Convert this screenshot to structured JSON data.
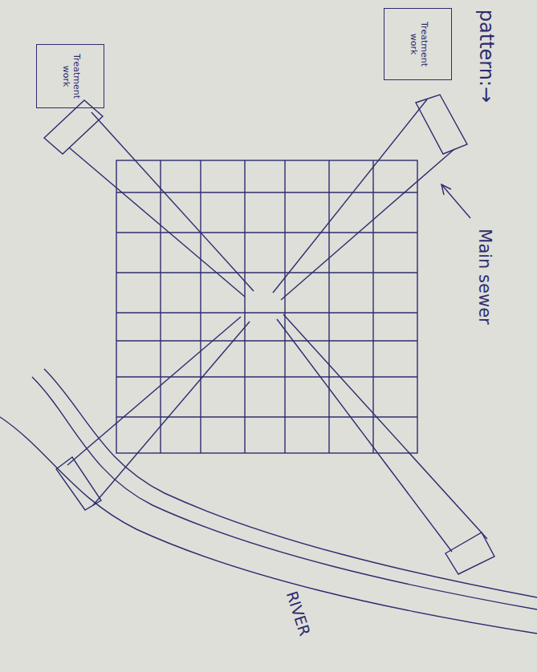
{
  "diagram": {
    "nodes": [
      {
        "text": [
          "Treatment work"
        ]
      },
      {
        "text": [
          "Treatment work"
        ]
      }
    ],
    "labels": [
      "pattern:→",
      "Main sewer",
      "RIVER"
    ]
  }
}
